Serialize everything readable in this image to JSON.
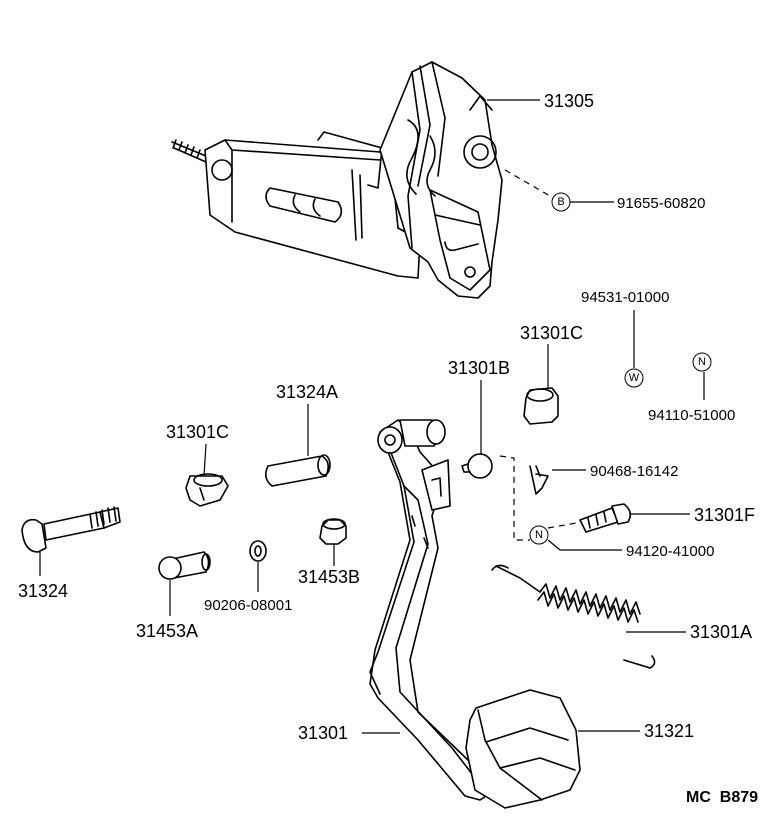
{
  "labels": {
    "p31305": "31305",
    "p91655": "91655-60820",
    "p94531": "94531-01000",
    "p31301C_top": "31301C",
    "p31301B": "31301B",
    "p94110": "94110-51000",
    "p31324A": "31324A",
    "p31301C_left": "31301C",
    "p90468": "90468-16142",
    "p31301F": "31301F",
    "p94120": "94120-41000",
    "p31324": "31324",
    "p31453A": "31453A",
    "p90206": "90206-08001",
    "p31453B": "31453B",
    "p31301A": "31301A",
    "p31301": "31301",
    "p31321": "31321"
  },
  "symbols": {
    "b": "B",
    "w": "W",
    "n1": "N",
    "n2": "N"
  },
  "diagram_code": "MC  B879"
}
